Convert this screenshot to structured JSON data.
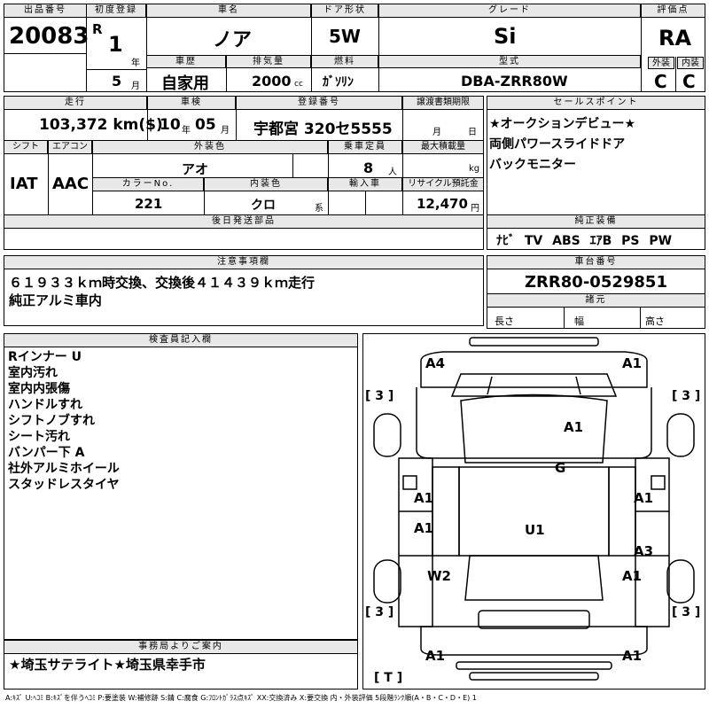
{
  "header": {
    "lot_label": "出品番号",
    "lot": "20083",
    "first_reg_label": "初度登録",
    "era": "R",
    "year": "1",
    "year_unit": "年",
    "month": "5",
    "month_unit": "月",
    "car_name_label": "車名",
    "car_name": "ノア",
    "door_label": "ドア形状",
    "door": "5W",
    "grade_label": "グレード",
    "grade": "Si",
    "score_label": "評価点",
    "score": "RA",
    "history_label": "車歴",
    "history": "自家用",
    "displacement_label": "排気量",
    "displacement": "2000",
    "displacement_unit": "cc",
    "fuel_label": "燃料",
    "fuel": "ｶﾞｿﾘﾝ",
    "model_label": "型式",
    "model": "DBA-ZRR80W",
    "exterior_label": "外装",
    "exterior": "C",
    "interior_label": "内装",
    "interior": "C"
  },
  "row2": {
    "mileage_label": "走行",
    "mileage": "103,372 km($)",
    "inspection_label": "車検",
    "insp_year": "10",
    "insp_year_unit": "年",
    "insp_month": "05",
    "insp_month_unit": "月",
    "plate_label": "登録番号",
    "plate": "宇都宮 320セ5555",
    "transfer_label": "譲渡書類期限",
    "transfer_month": "月",
    "transfer_day": "日",
    "shift_label": "シフト",
    "shift": "IAT",
    "ac_label": "エアコン",
    "ac": "AAC",
    "color_label": "外装色",
    "color": "アオ",
    "capacity_label": "乗車定員",
    "capacity": "8",
    "capacity_unit": "人",
    "load_label": "最大積載量",
    "load_unit": "kg",
    "color_no_label": "カラーNo.",
    "color_no": "221",
    "int_color_label": "内装色",
    "int_color": "クロ",
    "int_color_unit": "系",
    "import_label": "輸入車",
    "recycle_label": "リサイクル預託金",
    "recycle": "12,470",
    "recycle_unit": "円",
    "later_parts_label": "後日発送部品"
  },
  "sales": {
    "label": "セールスポイント",
    "lines": [
      "★オークションデビュー★",
      "両側パワースライドドア",
      "バックモニター"
    ]
  },
  "equipment": {
    "label": "純正装備",
    "items": [
      "ﾅﾋﾞ",
      "TV",
      "ABS",
      "ｴｱB",
      "PS",
      "PW"
    ]
  },
  "caution": {
    "label": "注意事項欄",
    "lines": [
      "６１９３３ｋｍ時交換、交換後４１４３９ｋｍ走行",
      "純正アルミ車内"
    ]
  },
  "chassis": {
    "label": "車台番号",
    "number": "ZRR80-0529851",
    "spec_label": "諸元",
    "length": "長さ",
    "width": "幅",
    "height": "高さ"
  },
  "inspector": {
    "label": "検査員記入欄",
    "lines": [
      "Rインナー U",
      "室内汚れ",
      "室内内張傷",
      "ハンドルすれ",
      "シフトノブすれ",
      "シート汚れ",
      "バンパー下 A",
      "社外アルミホイール",
      "スタッドレスタイヤ"
    ]
  },
  "office": {
    "label": "事務局よりご案内",
    "text": "★埼玉サテライト★埼玉県幸手市"
  },
  "diagram": {
    "marks": {
      "a4": "A4",
      "a1_fr": "A1",
      "hood": "A1",
      "roof": "G",
      "fl_door": "A1",
      "fr_door": "A1",
      "rl_door": "A1",
      "rr_door": "A3",
      "interior": "U1",
      "rl_fender": "W2",
      "rr_fender": "A1",
      "rear_l": "A1",
      "rear_r": "A1",
      "tire1": "[ 3 ]",
      "tire2": "[ 3 ]",
      "tire3": "[ 3 ]",
      "tire4": "[ 3 ]",
      "trunk": "[ T ]"
    }
  },
  "legend": "A:ｷｽﾞ  U:ﾍｺﾐ  B:ｷｽﾞを伴うﾍｺﾐ  P:要塗装  W:補修跡  S:錆  C:腐食  G:ﾌﾛﾝﾄｶﾞﾗｽ点ｷｽﾞ  XX:交換済み  X:要交換   内・外装評価  5段階ﾗﾝｸ順(A・B・C・D・E) 1"
}
